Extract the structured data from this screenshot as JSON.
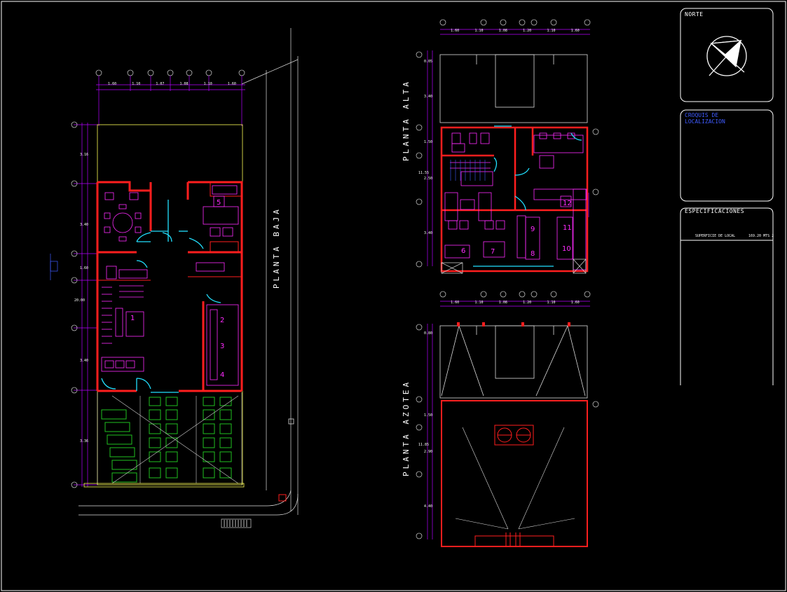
{
  "drawing": {
    "plan_labels": {
      "ground_floor": "PLANTA BAJA",
      "upper_floor": "PLANTA ALTA",
      "roof": "PLANTA AZOTEA"
    },
    "title_block": {
      "north_label": "NORTE",
      "location_label": "CROQUIS DE LOCALIZACION",
      "specs_label": "ESPECIFICACIONES",
      "area_label": "SUPERFICIE DE LOCAL",
      "area_value": "169.20 MTS 2"
    },
    "dimensions": {
      "ground_top": [
        "1.60",
        "1.10",
        "1.07",
        "1.08",
        "1.10",
        "1.60"
      ],
      "ground_left": [
        "3.16",
        "3.40",
        "1.60",
        "3.40",
        "3.36"
      ],
      "ground_total": "20.00",
      "upper_top": [
        "1.60",
        "1.10",
        "1.08",
        "1.20",
        "1.10",
        "1.60"
      ],
      "upper_left": [
        "0.05",
        "3.40",
        "1.50",
        "2.50",
        "3.40"
      ],
      "upper_total": "11.55",
      "roof_top": [
        "1.60",
        "1.10",
        "1.08",
        "1.20",
        "1.10",
        "1.60"
      ],
      "roof_left": [
        "0.80",
        "1.50",
        "2.90",
        "4.40"
      ],
      "roof_total": "11.85"
    },
    "colors": {
      "wall": "#ff1e1e",
      "furniture": "#ff2bff",
      "dimension": "#b400ff",
      "door": "#22e0ff",
      "parking": "#1fc11f",
      "yellow": "#ffff55"
    }
  }
}
